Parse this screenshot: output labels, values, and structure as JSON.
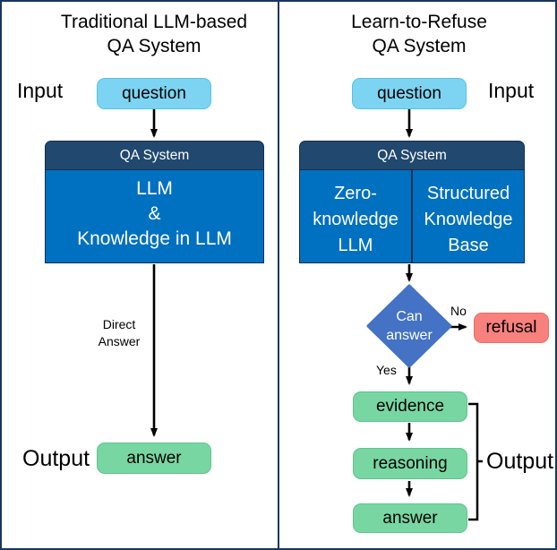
{
  "colors": {
    "panel-border": "#17375E",
    "qa-header": "#21486E",
    "qa-body": "#0070C0",
    "question-fill": "#7CD4F2",
    "question-border": "#54C2E8",
    "answer-fill": "#78D6A3",
    "answer-border": "#5FC48D",
    "refusal-fill": "#F8817D",
    "refusal-border": "#EF6B67",
    "decision-fill": "#4472C4",
    "arrow": "#000000"
  },
  "left_panel": {
    "title_line1": "Traditional LLM-based",
    "title_line2": "QA System",
    "input_label": "Input",
    "question_box": "question",
    "qa_header": "QA System",
    "qa_body_line1": "LLM",
    "qa_body_line2": "&",
    "qa_body_line3": "Knowledge in LLM",
    "arrow_label_line1": "Direct",
    "arrow_label_line2": "Answer",
    "output_label": "Output",
    "answer_box": "answer"
  },
  "right_panel": {
    "title_line1": "Learn-to-Refuse",
    "title_line2": "QA System",
    "input_label": "Input",
    "question_box": "question",
    "qa_header": "QA System",
    "llm_cell_line1": "Zero-",
    "llm_cell_line2": "knowledge",
    "llm_cell_line3": "LLM",
    "kb_cell_line1": "Structured",
    "kb_cell_line2": "Knowledge",
    "kb_cell_line3": "Base",
    "decision_line1": "Can",
    "decision_line2": "answer",
    "no_label": "No",
    "yes_label": "Yes",
    "refusal_box": "refusal",
    "evidence_box": "evidence",
    "reasoning_box": "reasoning",
    "answer_box": "answer",
    "output_label": "Output"
  }
}
